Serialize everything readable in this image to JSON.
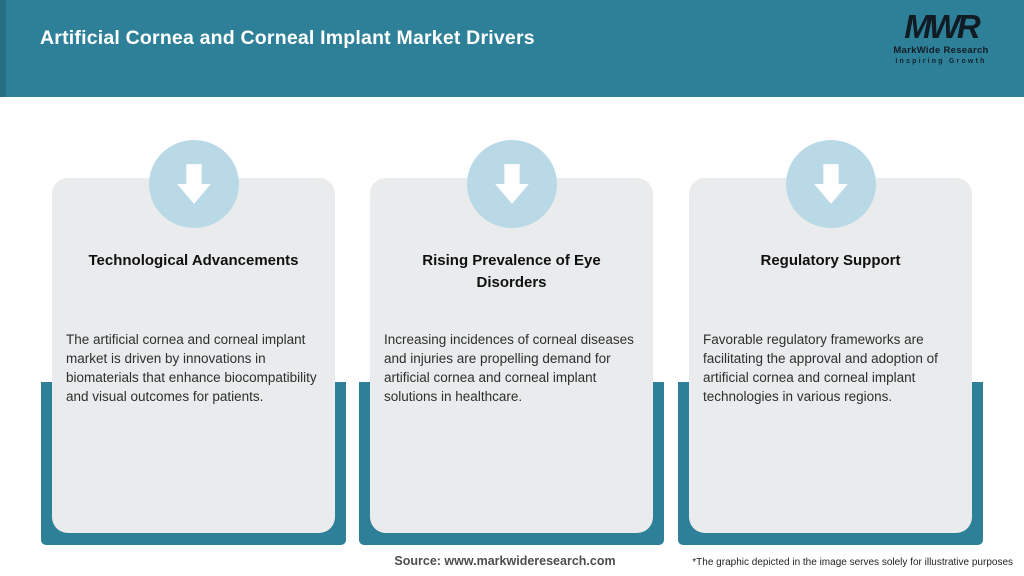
{
  "header": {
    "title": "Artificial Cornea and Corneal Implant Market Drivers",
    "logo": {
      "monogram": "MWR",
      "name": "MarkWide Research",
      "tagline": "Inspiring Growth"
    }
  },
  "cards": [
    {
      "icon": "down-arrow-icon",
      "title": "Technological Advancements",
      "body": "The artificial cornea and corneal implant market is driven by innovations in biomaterials that enhance biocompatibility and visual outcomes for patients."
    },
    {
      "icon": "down-arrow-icon",
      "title": "Rising Prevalence of Eye Disorders",
      "body": "Increasing incidences of corneal diseases and injuries are propelling demand for artificial cornea and corneal implant solutions in healthcare."
    },
    {
      "icon": "down-arrow-icon",
      "title": "Regulatory Support",
      "body": "Favorable regulatory frameworks are facilitating the approval and adoption of artificial cornea and corneal implant technologies in various regions."
    }
  ],
  "footer": {
    "source": "Source: www.markwideresearch.com",
    "disclaimer": "*The graphic depicted in the image serves solely for illustrative purposes"
  },
  "colors": {
    "header_teal": "#2E8099",
    "header_accent": "#286F85",
    "frame_teal": "#2E8099",
    "circle_blue": "#B9D9E6",
    "card_gray": "#E9EBEC",
    "arrow": "#FFFFFF",
    "title_text": "#FFFFFF",
    "logo_text": "#111B24"
  }
}
